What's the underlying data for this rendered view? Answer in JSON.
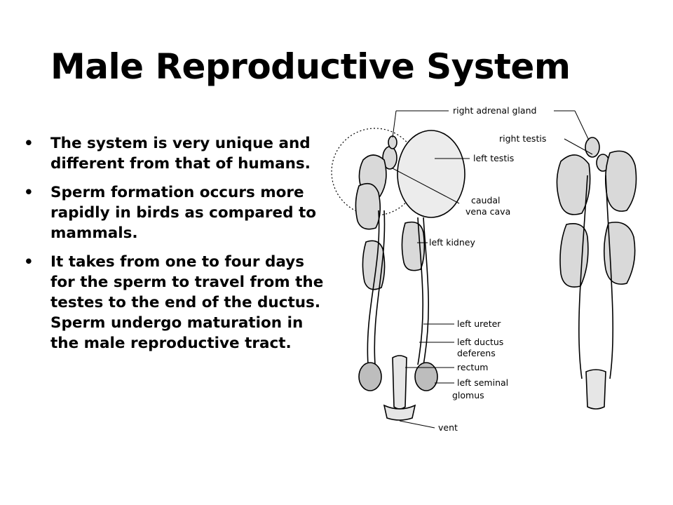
{
  "slide": {
    "title": "Male Reproductive System",
    "bullets": [
      "The system is very unique and different from that of humans.",
      "Sperm formation occurs more rapidly in birds as compared to mammals.",
      "It takes from one to four days for the sperm to travel from the testes to the end of the ductus. Sperm undergo maturation in the male reproductive tract."
    ],
    "bullet_symbol": "•"
  },
  "figure": {
    "labels": {
      "right_adrenal_gland": "right adrenal gland",
      "right_testis": "right testis",
      "left_testis": "left testis",
      "caudal": "caudal",
      "vena_cava": "vena cava",
      "left_kidney": "left kidney",
      "left_ureter": "left ureter",
      "left_ductus": "left ductus",
      "deferens": "deferens",
      "rectum": "rectum",
      "left_seminal": "left seminal",
      "glomus": "glomus",
      "vent": "vent"
    },
    "colors": {
      "ink": "#000000",
      "fill": "#d9d9d9"
    }
  }
}
